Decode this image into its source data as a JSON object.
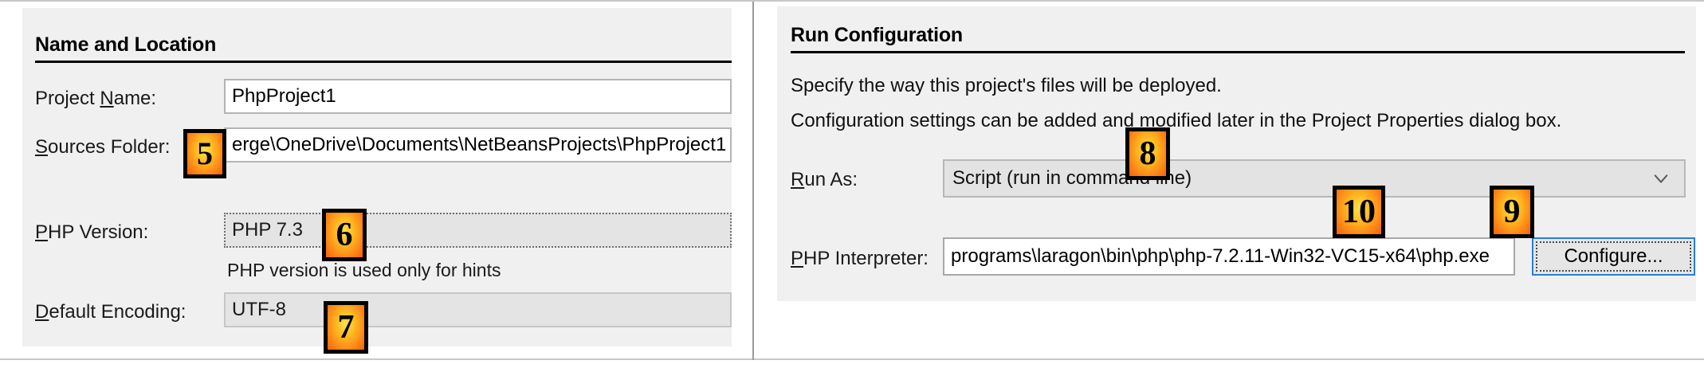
{
  "left_panel": {
    "heading": "Name and Location",
    "fields": [
      {
        "label_pre": "Project ",
        "label_mnemonic": "N",
        "label_post": "ame:",
        "value": "PhpProject1"
      },
      {
        "label_pre": "",
        "label_mnemonic": "S",
        "label_post": "ources Folder:",
        "value": "erge\\OneDrive\\Documents\\NetBeansProjects\\PhpProject1"
      },
      {
        "label_pre": "",
        "label_mnemonic": "P",
        "label_post": "HP Version:",
        "value": "PHP 7.3"
      },
      {
        "label_pre": "",
        "label_mnemonic": "D",
        "label_post": "efault Encoding:",
        "value": "UTF-8"
      }
    ],
    "php_version_hint": "PHP version is used only for hints"
  },
  "right_panel": {
    "heading": "Run Configuration",
    "description_line1": "Specify the way this project's files will be deployed.",
    "description_line2": "Configuration settings can be added and modified later in the Project Properties dialog box.",
    "run_as": {
      "label_pre": "",
      "label_mnemonic": "R",
      "label_post": "un As:",
      "value": "Script (run in command line)",
      "chevron_icon": "chevron-down-icon"
    },
    "php_interpreter": {
      "label_pre": "",
      "label_mnemonic": "P",
      "label_post": "HP Interpreter:",
      "value": "programs\\laragon\\bin\\php\\php-7.2.11-Win32-VC15-x64\\php.exe"
    },
    "configure_button": "Configure..."
  },
  "badges": [
    {
      "number": "5"
    },
    {
      "number": "6"
    },
    {
      "number": "7"
    },
    {
      "number": "8"
    },
    {
      "number": "9"
    },
    {
      "number": "10"
    }
  ],
  "colors": {
    "panel_bg": "#f0f0f0",
    "page_bg": "#ffffff",
    "input_bg": "#ffffff",
    "readonly_bg": "#e4e4e4",
    "focus_blue": "#2a7fd4",
    "badge_orange": "#ff8a18",
    "badge_yellow": "#ffe14d",
    "divider": "#9a9a9a"
  }
}
